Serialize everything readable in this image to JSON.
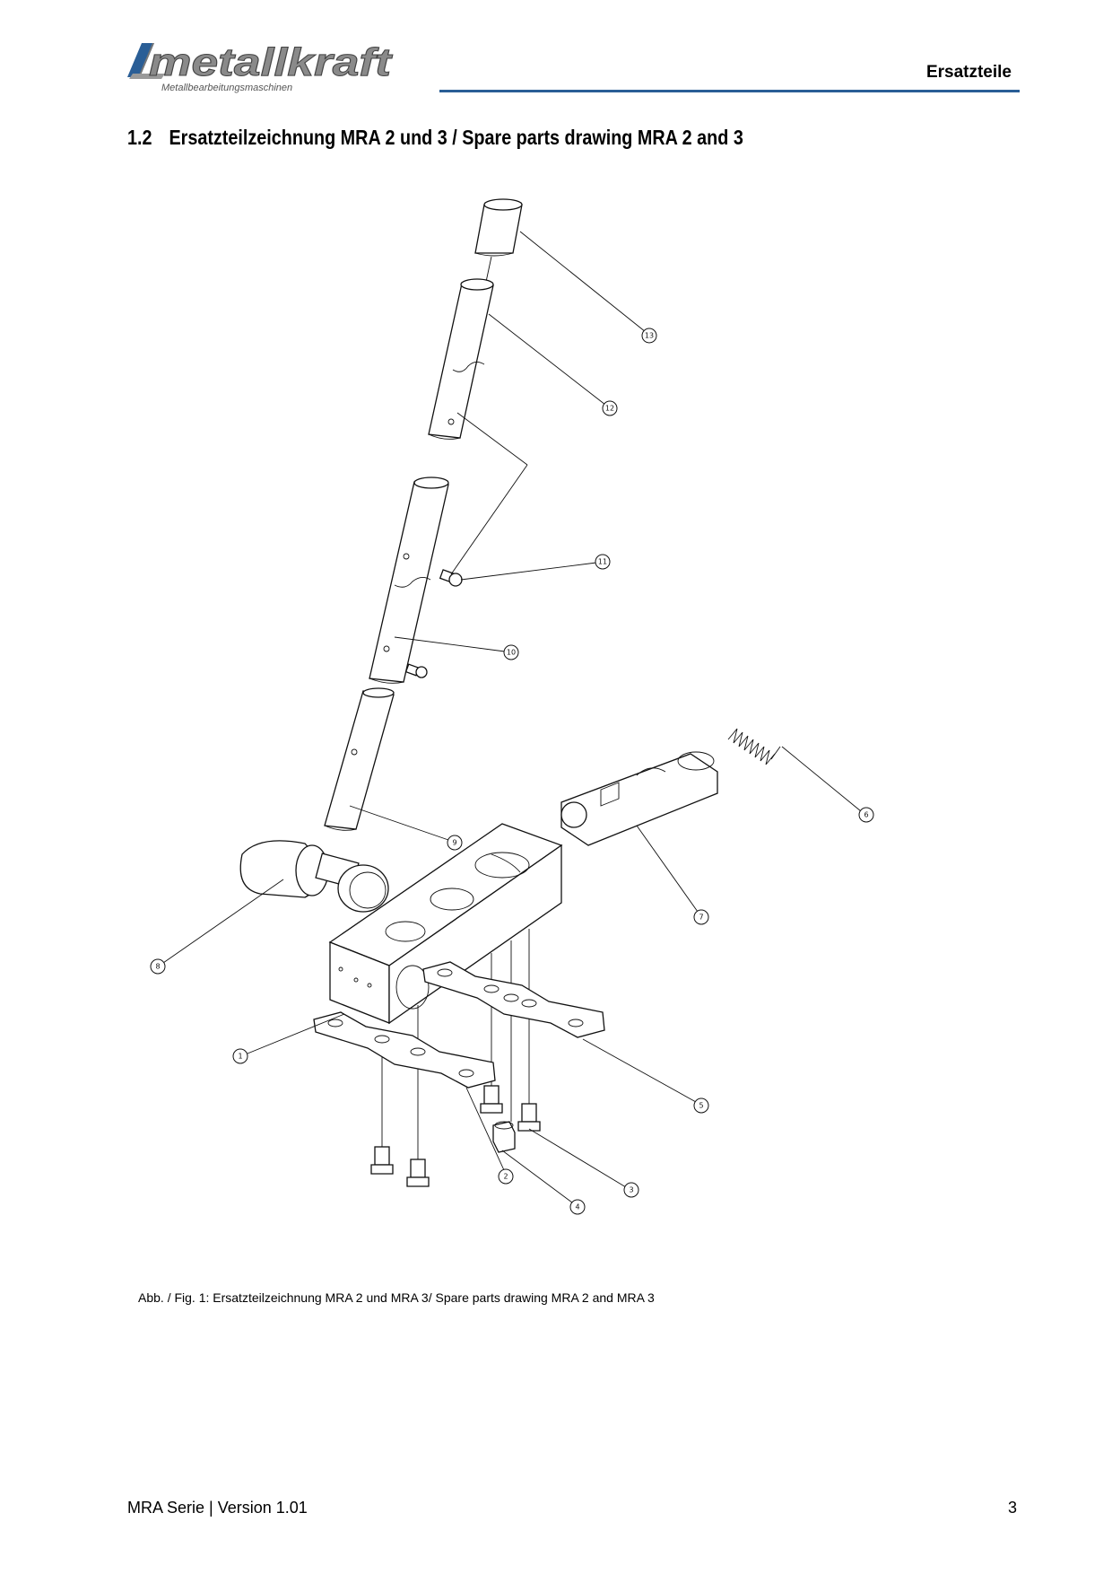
{
  "header": {
    "brand_name": "metallkraft",
    "brand_tagline": "Metallbearbeitungsmaschinen",
    "section_title": "Ersatzteile",
    "rule_color": "#2a5e96"
  },
  "heading": {
    "number": "1.2",
    "text": "Ersatzteilzeichnung MRA 2 und 3 / Spare parts drawing MRA 2 and 3"
  },
  "drawing": {
    "callouts": [
      "1",
      "2",
      "3",
      "4",
      "5",
      "6",
      "7",
      "8",
      "9",
      "10",
      "11",
      "12",
      "13"
    ]
  },
  "caption": "Abb. / Fig. 1: Ersatzteilzeichnung MRA 2 und MRA 3/ Spare parts drawing MRA 2 and MRA 3",
  "footer": {
    "left": "MRA Serie | Version 1.01",
    "page_number": "3"
  }
}
